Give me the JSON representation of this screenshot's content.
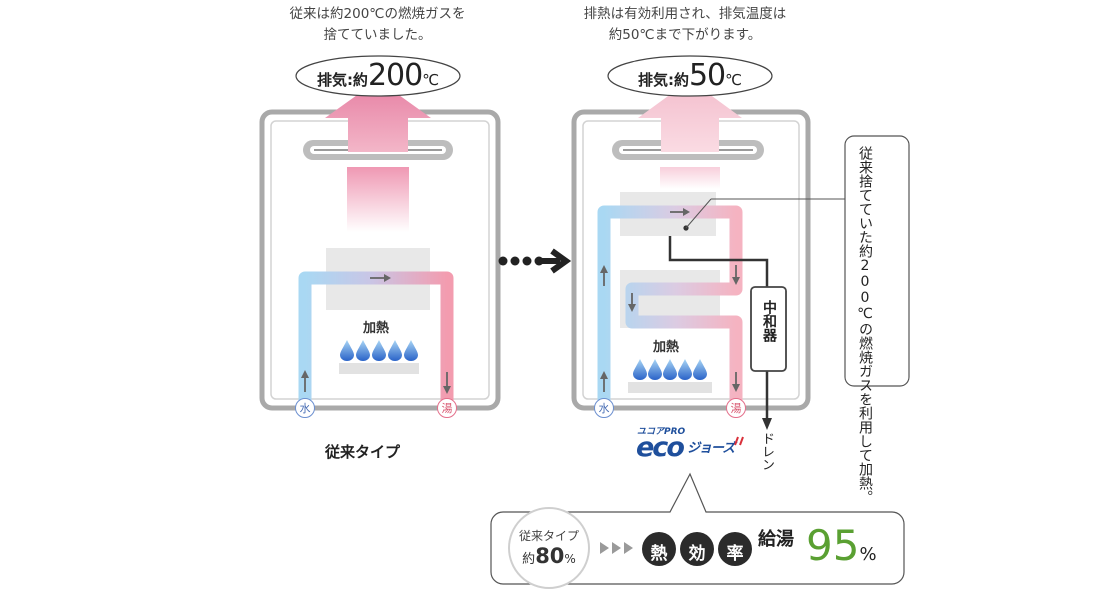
{
  "left_panel": {
    "caption_line1": "従来は約200℃の燃焼ガスを",
    "caption_line2": "捨てていました。",
    "exhaust_prefix": "排気:約",
    "exhaust_value": "200",
    "exhaust_unit": "℃",
    "heating_label": "加熱",
    "water_label": "水",
    "hot_label": "湯",
    "type_label": "従来タイプ"
  },
  "right_panel": {
    "caption_line1": "排熱は有効利用され、排気温度は",
    "caption_line2": "約50℃まで下がります。",
    "exhaust_prefix": "排気:約",
    "exhaust_value": "50",
    "exhaust_unit": "℃",
    "heating_label": "加熱",
    "water_label": "水",
    "hot_label": "湯",
    "neutralizer_label": "中和器",
    "drain_label": "ドレン",
    "callout_text": "従来捨てていた約200℃の燃焼ガスを利用して加熱。",
    "logo_top": "ユコアPRO",
    "logo_main": "eco",
    "logo_jozu": "ジョーズ"
  },
  "efficiency": {
    "old_type_label": "従来タイプ",
    "old_prefix": "約",
    "old_value": "80",
    "old_unit": "%",
    "chars": [
      "熱",
      "効",
      "率"
    ],
    "hot_water_label": "給湯",
    "new_value": "95",
    "new_unit": "%"
  },
  "colors": {
    "exhaust_pink": "#e889a8",
    "exhaust_pink_light": "#f5c5d3",
    "cold_blue": "#9fd0ef",
    "hot_pink": "#ef95a8",
    "green_value": "#5aa032",
    "logo_blue": "#1f4f9c",
    "logo_red": "#d9303a"
  }
}
